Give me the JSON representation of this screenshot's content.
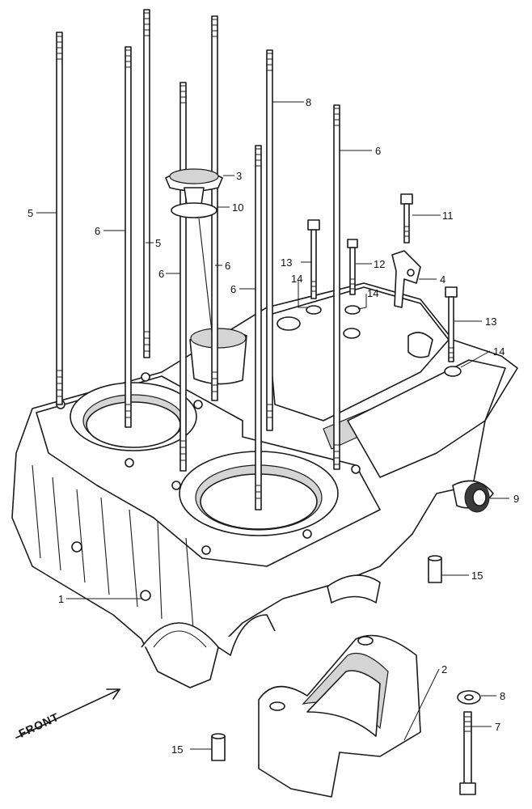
{
  "diagram": {
    "front_label": "FRONT",
    "callouts": {
      "c1": "1",
      "c2": "2",
      "c3": "3",
      "c4": "4",
      "c5a": "5",
      "c5b": "5",
      "c6a": "6",
      "c6b": "6",
      "c6c": "6",
      "c6d": "6",
      "c6e": "6",
      "c7": "7",
      "c8a": "8",
      "c8b": "8",
      "c9": "9",
      "c10": "10",
      "c11": "11",
      "c12": "12",
      "c13a": "13",
      "c13b": "13",
      "c14a": "14",
      "c14b": "14",
      "c14c": "14",
      "c15a": "15",
      "c15b": "15"
    }
  }
}
